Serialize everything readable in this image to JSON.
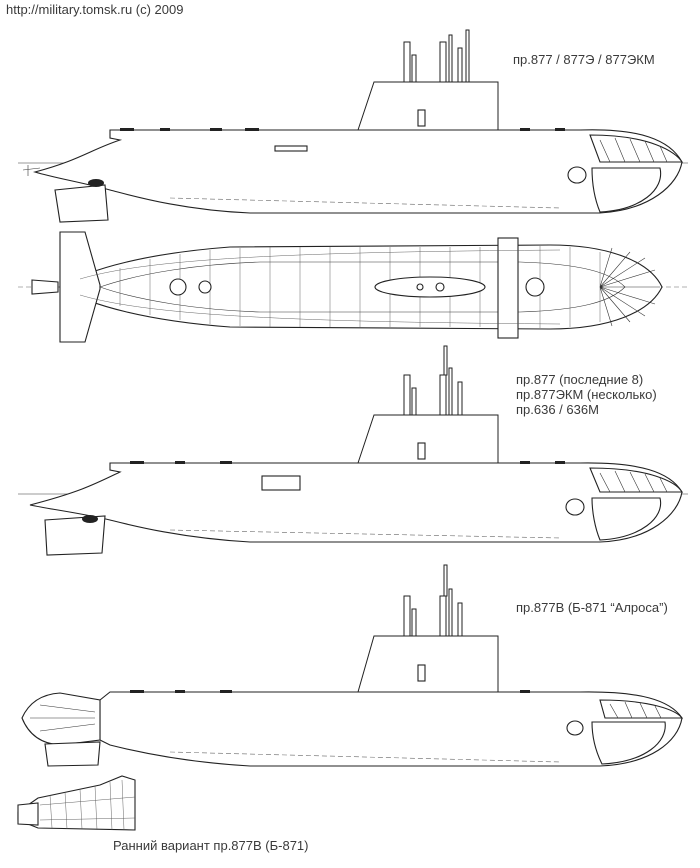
{
  "source_credit": "http://military.tomsk.ru (c) 2009",
  "drawings": [
    {
      "caption_lines": [
        "пр.877 / 877Э / 877ЭКМ"
      ]
    },
    {
      "caption_lines": []
    },
    {
      "caption_lines": [
        "пр.877 (последние 8)",
        "пр.877ЭКМ (несколько)",
        "пр.636 / 636М"
      ]
    },
    {
      "caption_lines": [
        "пр.877В (Б-871 “Алроса”)"
      ]
    },
    {
      "caption_lines": [
        "Ранний вариант пр.877В (Б-871)"
      ]
    }
  ]
}
